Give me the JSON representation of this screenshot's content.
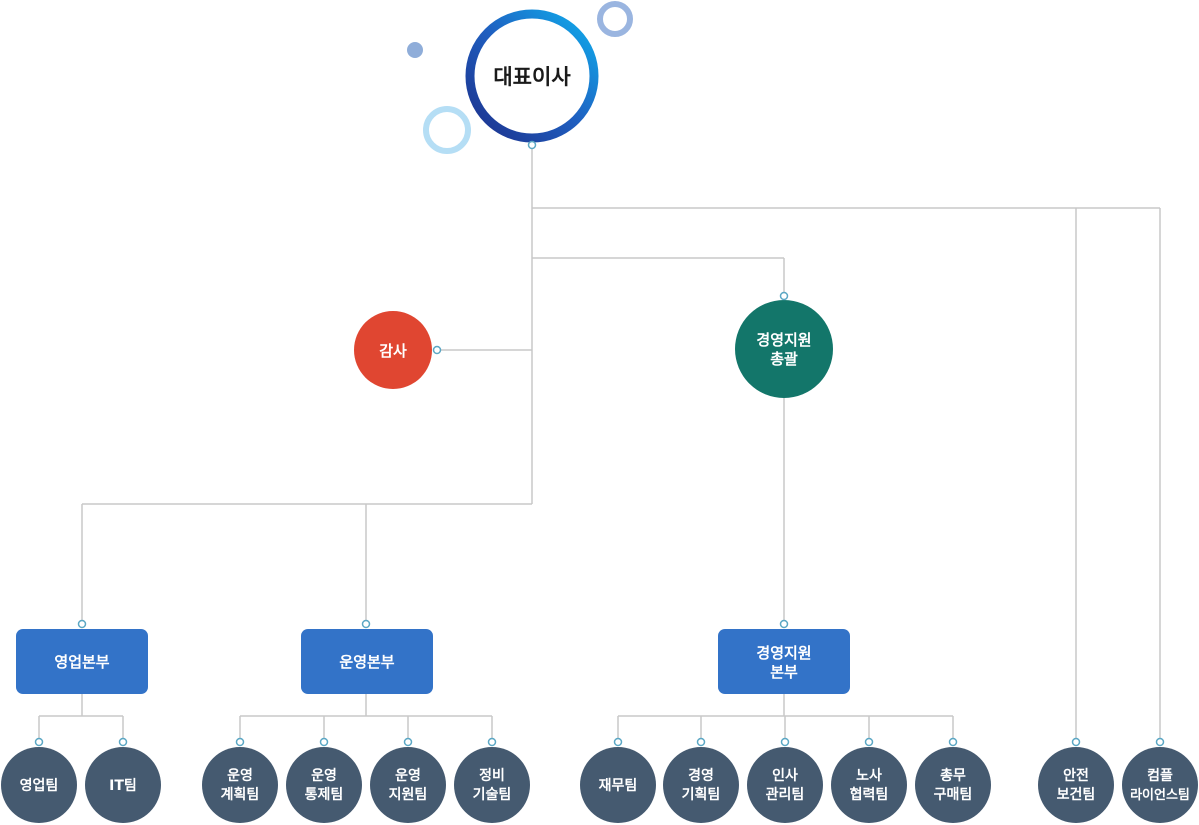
{
  "ceo": {
    "label": "대표이사"
  },
  "audit": {
    "label": "감사",
    "color": "#e04631"
  },
  "mgmt_head": {
    "line1": "경영지원",
    "line2": "총괄",
    "color": "#13766a"
  },
  "divisions": {
    "sales": {
      "label": "영업본부"
    },
    "operations": {
      "label": "운영본부"
    },
    "management": {
      "line1": "경영지원",
      "line2": "본부"
    }
  },
  "teams": {
    "sales_team": {
      "line1": "영업팀"
    },
    "it_team": {
      "line1": "IT팀"
    },
    "ops_planning": {
      "line1": "운영",
      "line2": "계획팀"
    },
    "ops_control": {
      "line1": "운영",
      "line2": "통제팀"
    },
    "ops_support": {
      "line1": "운영",
      "line2": "지원팀"
    },
    "maintenance": {
      "line1": "정비",
      "line2": "기술팀"
    },
    "finance": {
      "line1": "재무팀"
    },
    "mgmt_planning": {
      "line1": "경영",
      "line2": "기획팀"
    },
    "hr": {
      "line1": "인사",
      "line2": "관리팀"
    },
    "labor": {
      "line1": "노사",
      "line2": "협력팀"
    },
    "general_affairs": {
      "line1": "총무",
      "line2": "구매팀"
    },
    "safety": {
      "line1": "안전",
      "line2": "보건팀"
    },
    "compliance": {
      "line1": "컴플",
      "line2": "라이언스팀"
    }
  },
  "colors": {
    "division_box": "#3373c8",
    "team_circle": "#455a70",
    "connector": "#c8c8c8",
    "dot": "#5ba7c4",
    "ceo_ring_dark": "#1f3590",
    "ceo_ring_light": "#0ea0e6"
  }
}
